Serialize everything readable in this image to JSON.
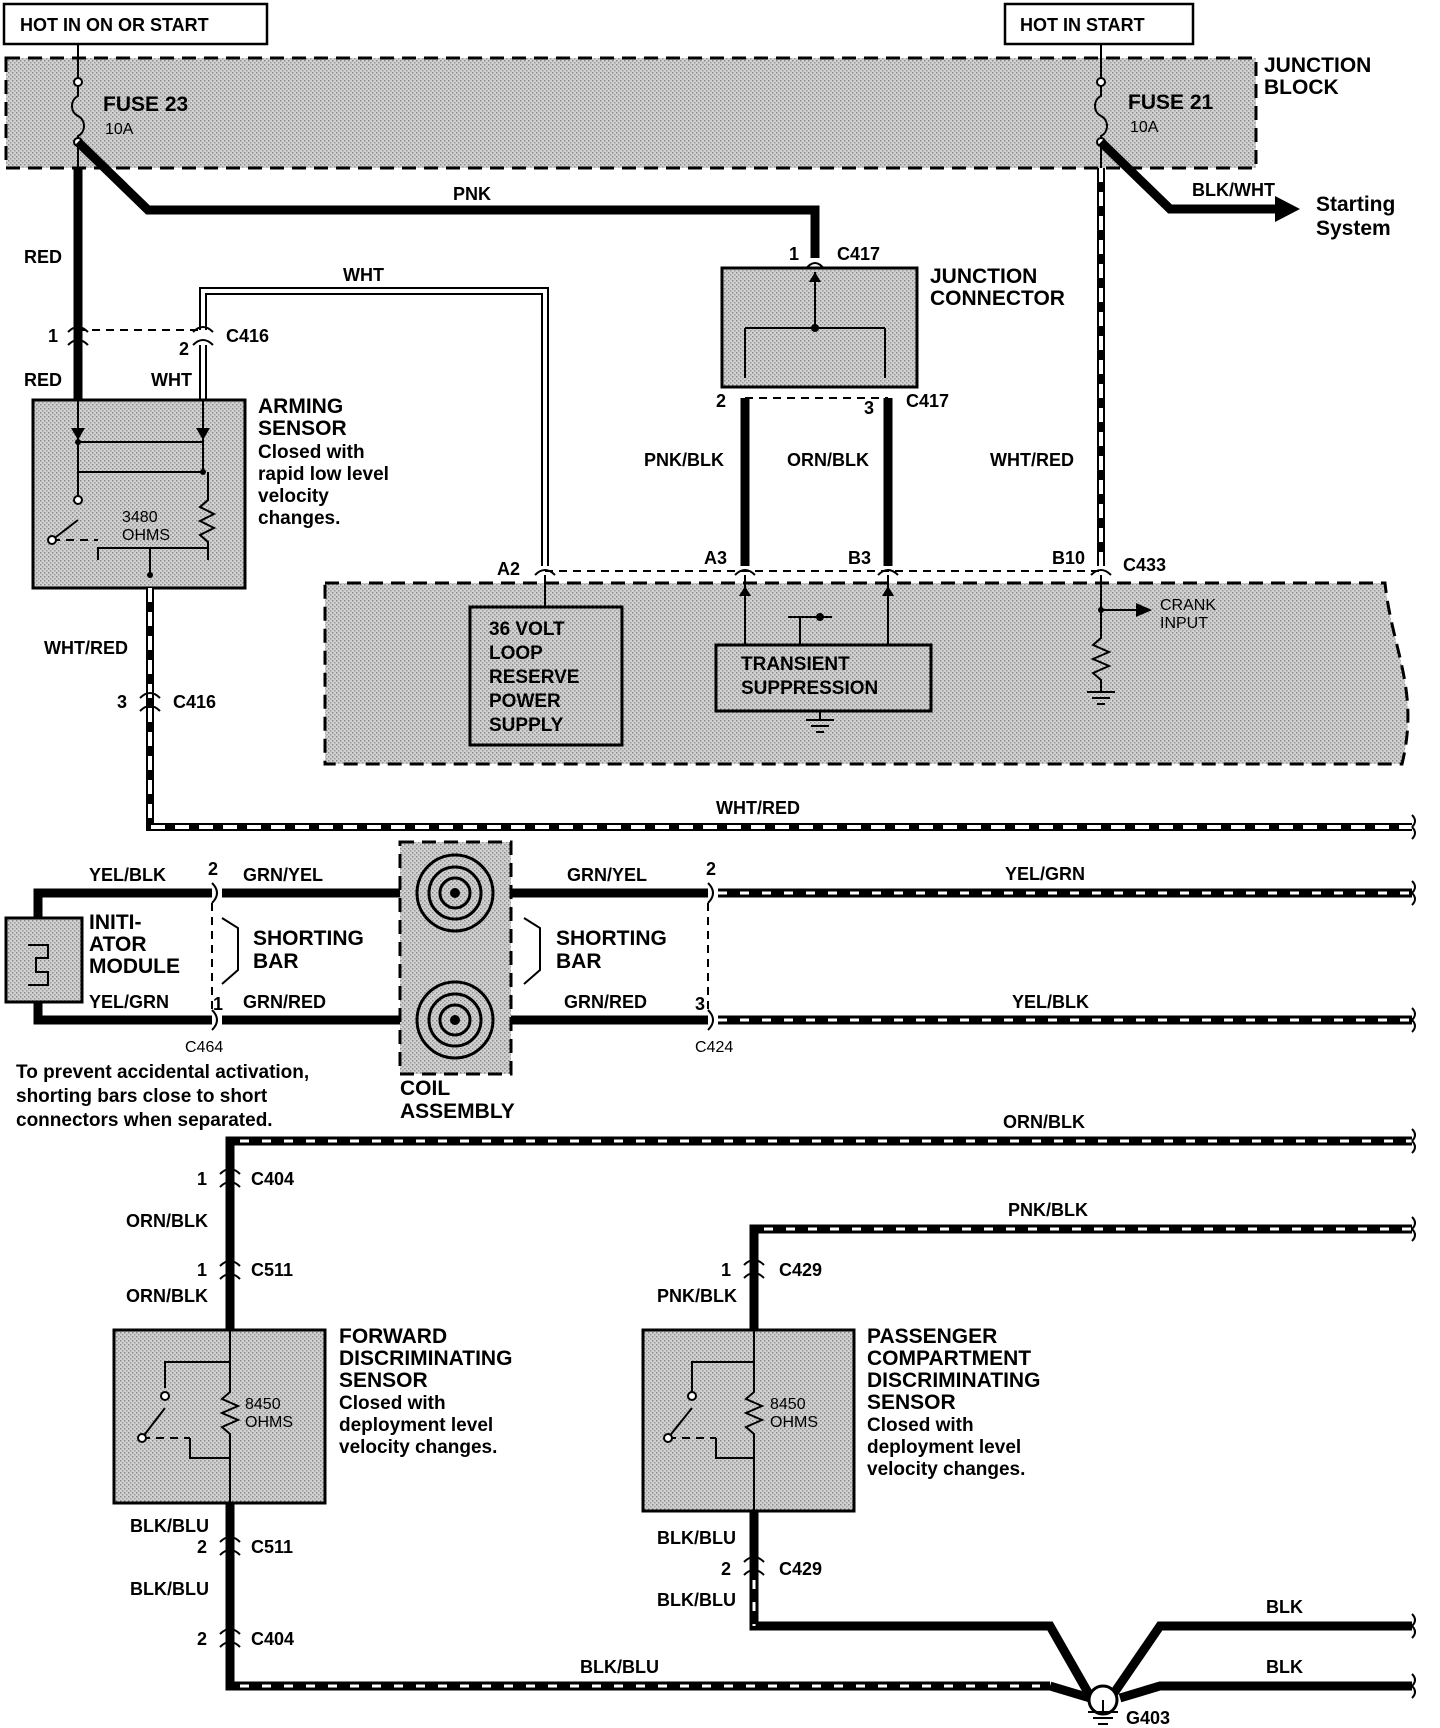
{
  "power_labels": {
    "hot_on_or_start": "HOT IN ON OR START",
    "hot_in_start": "HOT IN START"
  },
  "junction_block": {
    "title_line1": "JUNCTION",
    "title_line2": "BLOCK",
    "fuse23_name": "FUSE 23",
    "fuse23_rating": "10A",
    "fuse21_name": "FUSE 21",
    "fuse21_rating": "10A"
  },
  "starting_system": {
    "line1": "Starting",
    "line2": "System"
  },
  "junction_connector": {
    "line1": "JUNCTION",
    "line2": "CONNECTOR",
    "connector": "C417",
    "pin1": "1",
    "pin2": "2",
    "pin3": "3"
  },
  "arming_sensor": {
    "title1": "ARMING",
    "title2": "SENSOR",
    "desc1": "Closed with",
    "desc2": "rapid low level",
    "desc3": "velocity",
    "desc4": "changes.",
    "resistance1": "3480",
    "resistance2": "OHMS"
  },
  "module": {
    "supply1": "36 VOLT",
    "supply2": "LOOP",
    "supply3": "RESERVE",
    "supply4": "POWER",
    "supply5": "SUPPLY",
    "transient1": "TRANSIENT",
    "transient2": "SUPPRESSION",
    "crank1": "CRANK",
    "crank2": "INPUT",
    "connector": "C433",
    "pin_a2": "A2",
    "pin_a3": "A3",
    "pin_b3": "B3",
    "pin_b10": "B10"
  },
  "connectors": {
    "c416": "C416",
    "c424": "C424",
    "c464": "C464",
    "c404": "C404",
    "c511": "C511",
    "c429": "C429",
    "pin1": "1",
    "pin2": "2",
    "pin3": "3"
  },
  "wires": {
    "red": "RED",
    "pnk": "PNK",
    "wht": "WHT",
    "blk_wht": "BLK/WHT",
    "pnk_blk": "PNK/BLK",
    "orn_blk": "ORN/BLK",
    "wht_red": "WHT/RED",
    "yel_blk": "YEL/BLK",
    "yel_grn": "YEL/GRN",
    "grn_yel": "GRN/YEL",
    "grn_red": "GRN/RED",
    "blk_blu": "BLK/BLU",
    "blk": "BLK"
  },
  "initiator": {
    "line1": "INITI-",
    "line2": "ATOR",
    "line3": "MODULE"
  },
  "shorting_bar": {
    "line1": "SHORTING",
    "line2": "BAR"
  },
  "coil_assembly": {
    "line1": "COIL",
    "line2": "ASSEMBLY"
  },
  "note": {
    "line1": "To prevent accidental activation,",
    "line2": "shorting bars close to short",
    "line3": "connectors when separated."
  },
  "forward_sensor": {
    "title1": "FORWARD",
    "title2": "DISCRIMINATING",
    "title3": "SENSOR",
    "desc1": "Closed with",
    "desc2": "deployment level",
    "desc3": "velocity changes.",
    "resistance1": "8450",
    "resistance2": "OHMS"
  },
  "passenger_sensor": {
    "title1": "PASSENGER",
    "title2": "COMPARTMENT",
    "title3": "DISCRIMINATING",
    "title4": "SENSOR",
    "desc1": "Closed with",
    "desc2": "deployment level",
    "desc3": "velocity changes.",
    "resistance1": "8450",
    "resistance2": "OHMS"
  },
  "ground": {
    "label": "G403"
  }
}
